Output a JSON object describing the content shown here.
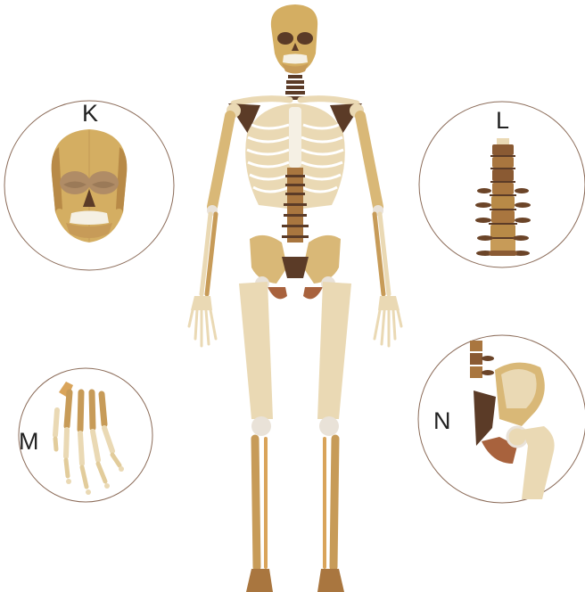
{
  "labels": {
    "k": "K",
    "l": "L",
    "m": "M",
    "n": "N"
  },
  "colors": {
    "bone_light": "#ead9b4",
    "bone_mid": "#d9b877",
    "bone_tan": "#c79b58",
    "bone_dark": "#a9763f",
    "joint_dark": "#5b3b27",
    "ribs": "#f0e5cf",
    "circle_stroke": "#8b6b58",
    "skull_gold": "#d4ae62",
    "skull_shadow": "#b88a47",
    "teeth": "#f5f0e4",
    "pelvis_brown": "#a8623d"
  },
  "icons": {
    "skull_detail": "skull-icon",
    "spine_detail": "spine-icon",
    "hand_detail": "hand-icon",
    "hip_detail": "hip-joint-icon"
  }
}
